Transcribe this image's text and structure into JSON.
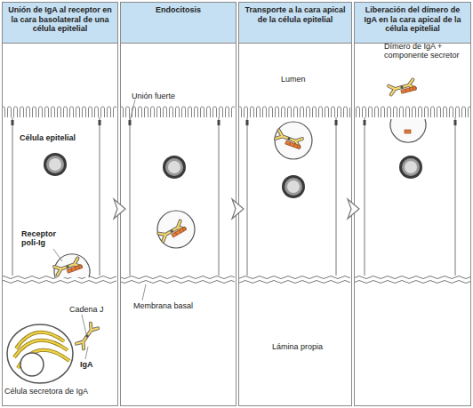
{
  "diagram": {
    "nodes": [
      {
        "text": [
          "Unión de IgA al receptor en la cara basolateral de una célula epitelial"
        ]
      },
      {
        "text": [
          "Endocitosis"
        ]
      },
      {
        "text": [
          "Transporte a la cara apical de la célula epitelial"
        ]
      },
      {
        "text": [
          "Liberación del dímero de IgA en la cara apical de la célula epitelial"
        ]
      }
    ],
    "edges": [
      {
        "from": 0,
        "to": 1,
        "arrow": "to"
      },
      {
        "from": 1,
        "to": 2,
        "arrow": "to"
      },
      {
        "from": 2,
        "to": 3,
        "arrow": "to"
      }
    ],
    "labels": [
      "Célula epitelial",
      "Receptor poli-Ig",
      "Cadena J",
      "IgA",
      "Célula secretora de IgA",
      "Unión fuerte",
      "Membrana basal",
      "Lumen",
      "Lámina propia",
      "Dímero de IgA + componente secretor"
    ]
  }
}
